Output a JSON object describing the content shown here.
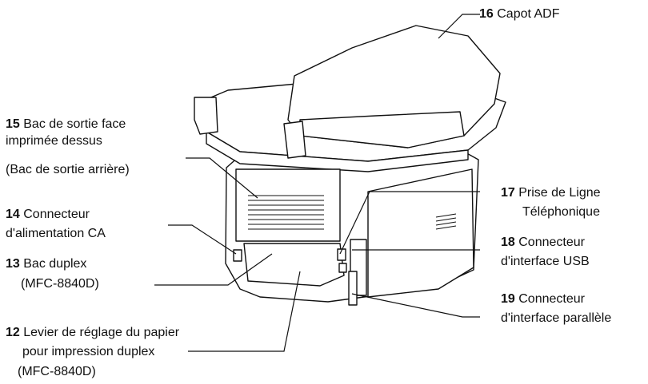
{
  "callouts": [
    {
      "num": "16",
      "text": "Capot ADF"
    },
    {
      "num": "15",
      "text": "Bac de sortie face",
      "line2": "imprimée dessus",
      "line3": "(Bac de sortie arrière)"
    },
    {
      "num": "14",
      "text": "Connecteur",
      "line2": "d'alimentation CA"
    },
    {
      "num": "13",
      "text": "Bac duplex",
      "line2": "(MFC-8840D)"
    },
    {
      "num": "12",
      "text": "Levier de réglage du papier",
      "line2": "pour impression duplex",
      "line3": "(MFC-8840D)"
    },
    {
      "num": "17",
      "text": "Prise de Ligne",
      "line2": "Téléphonique"
    },
    {
      "num": "18",
      "text": "Connecteur",
      "line2": "d'interface USB"
    },
    {
      "num": "19",
      "text": "Connecteur",
      "line2": "d'interface parallèle"
    }
  ]
}
